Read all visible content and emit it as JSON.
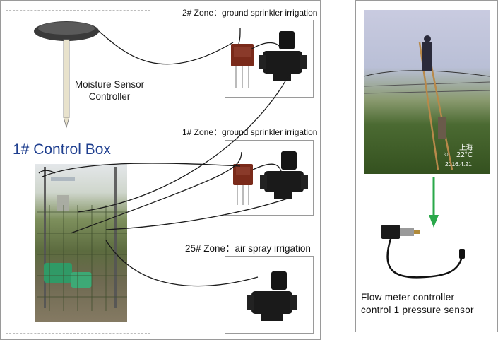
{
  "sensor": {
    "line1": "Moisture Sensor",
    "line2": "Controller"
  },
  "control_box": {
    "title": "1# Control Box"
  },
  "zones": [
    {
      "label": "2# Zone：ground sprinkler irrigation"
    },
    {
      "label": "1# Zone：ground sprinkler irrigation"
    },
    {
      "label": "25# Zone：air spray irrigation"
    }
  ],
  "photo": {
    "city": "上海",
    "temperature": "22°C",
    "date": "2016.4.21"
  },
  "flow_meter": {
    "line1": "Flow meter controller",
    "line2": "control 1 pressure sensor"
  },
  "colors": {
    "title_blue": "#1f3f8f",
    "arrow_green": "#2aa84a",
    "wire": "#1a1a1a"
  }
}
